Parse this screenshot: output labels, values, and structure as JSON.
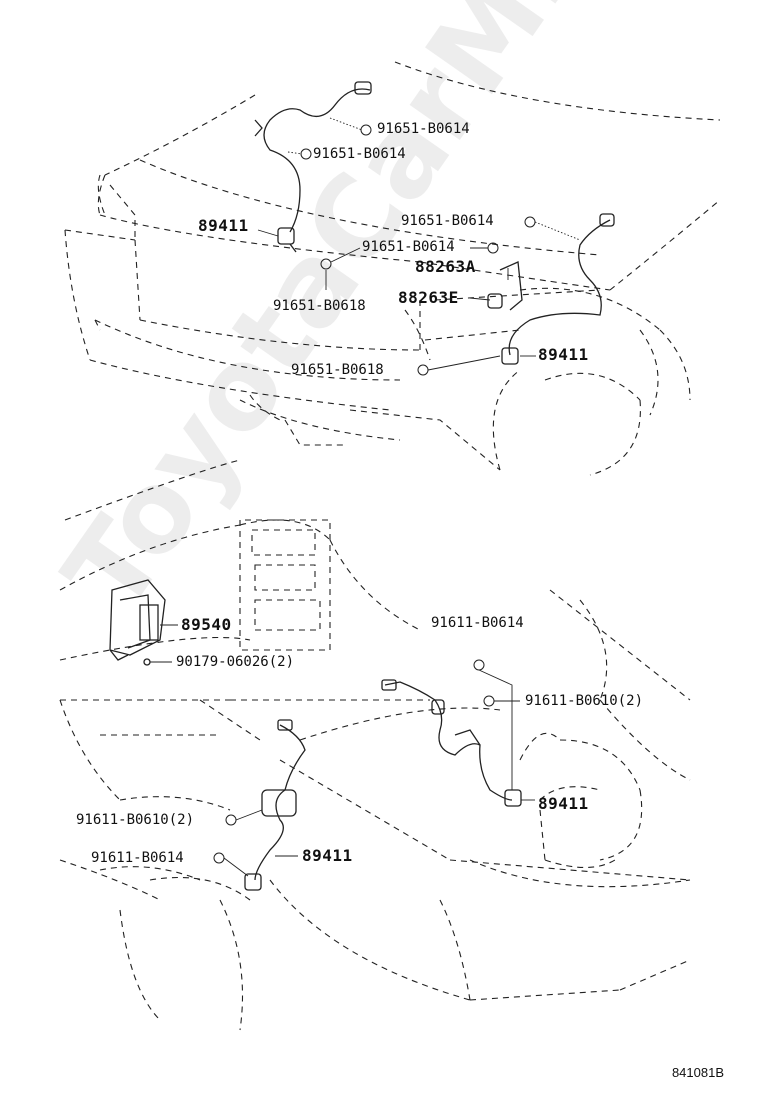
{
  "watermark": "ToyotaCarMine.ru",
  "diagram_code": "841081B",
  "labels": {
    "top_91651_b0614_a": "91651-B0614",
    "top_91651_b0614_b": "91651-B0614",
    "top_89411_left": "89411",
    "top_91651_b0614_c": "91651-B0614",
    "top_91651_b0614_d": "91651-B0614",
    "top_88263a": "88263A",
    "top_88263e": "88263E",
    "top_91651_b0618_a": "91651-B0618",
    "top_89411_right": "89411",
    "top_91651_b0618_b": "91651-B0618",
    "bot_89540": "89540",
    "bot_90179_06026": "90179-06026(2)",
    "bot_91611_b0614_a": "91611-B0614",
    "bot_91611_b0610_a": "91611-B0610(2)",
    "bot_89411_right": "89411",
    "bot_91611_b0610_b": "91611-B0610(2)",
    "bot_91611_b0614_b": "91611-B0614",
    "bot_89411_left": "89411"
  }
}
